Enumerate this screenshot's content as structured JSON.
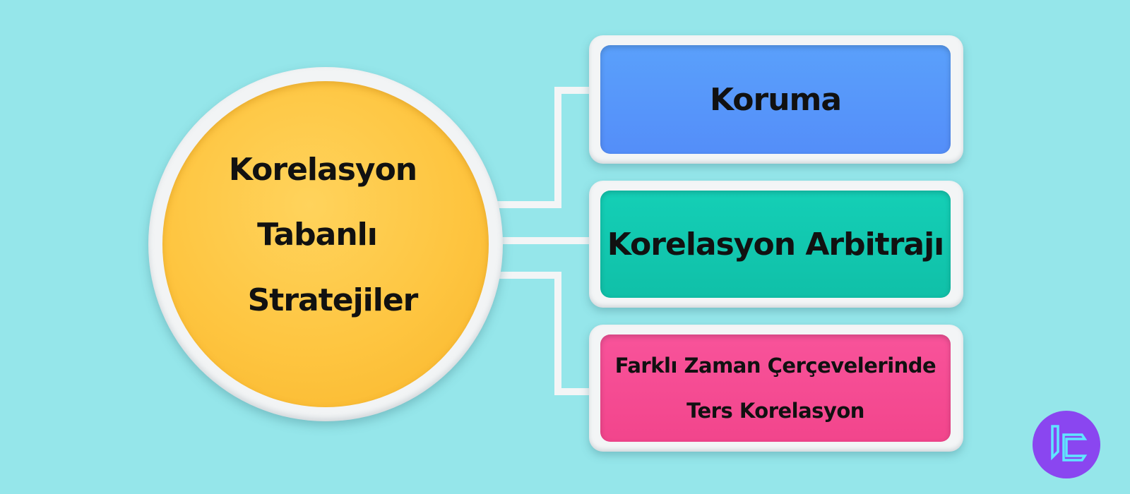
{
  "center": {
    "lines": [
      "Korelasyon",
      "Tabanlı",
      "Stratejiler"
    ]
  },
  "branches": [
    {
      "label": "Koruma",
      "color": "#5597fa"
    },
    {
      "label": "Korelasyon Arbitrajı",
      "color": "#12c8af"
    },
    {
      "lines": [
        "Farklı Zaman Çerçevelerinde",
        "Ters Korelasyon"
      ],
      "color": "#f54c93"
    }
  ],
  "background_color": "#95e6ea",
  "logo": {
    "icon": "tc-brand-logo-icon",
    "color": "#8a46f0"
  }
}
